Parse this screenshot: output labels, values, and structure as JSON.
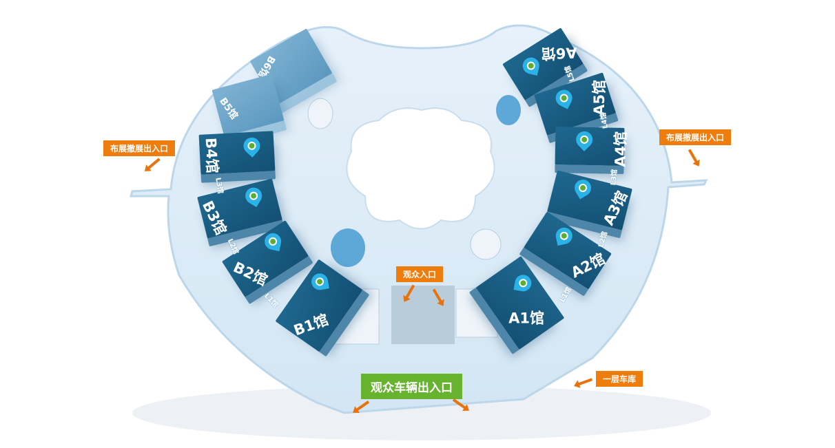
{
  "halls": {
    "A1": "A1馆",
    "A2": "A2馆",
    "A3": "A3馆",
    "A4": "A4馆",
    "A5": "A5馆",
    "A6": "A6馆",
    "B1": "B1馆",
    "B2": "B2馆",
    "B3": "B3馆",
    "B4": "B4馆",
    "B5": "B5馆",
    "B6": "B6馆"
  },
  "links": {
    "left": [
      "L1馆",
      "L2馆",
      "L3馆"
    ],
    "right": [
      "L1馆",
      "L2馆",
      "L3馆",
      "L4馆",
      "L5馆"
    ]
  },
  "entrances": {
    "exhibitor_left": "布展撤展出入口",
    "exhibitor_right": "布展撤展出入口",
    "visitor": "观众入口",
    "garage": "一层车库",
    "vehicle": "观众车辆出入口"
  },
  "colors": {
    "hall": "#1a5d84",
    "pin": "#2bb2e6",
    "tag": "#ef7d0e",
    "vehicle_tag": "#67b22f"
  }
}
